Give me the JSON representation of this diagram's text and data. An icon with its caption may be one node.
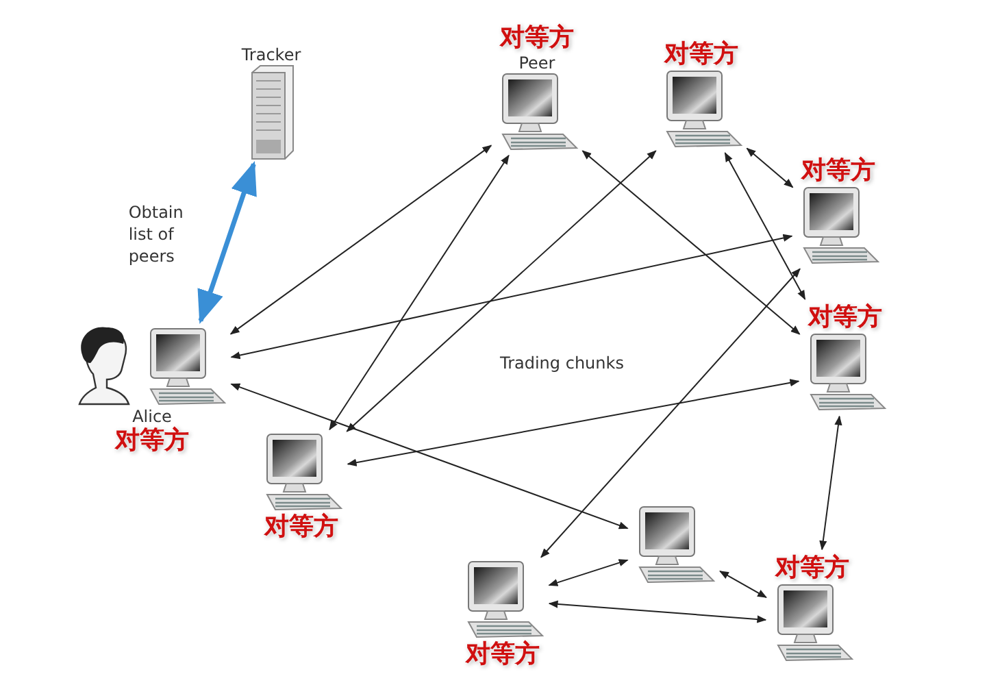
{
  "diagram": {
    "nodes": [
      {
        "text": [
          "Tracker"
        ]
      },
      {
        "text": [
          "Alice",
          "对等方"
        ]
      },
      {
        "text": [
          "对等方",
          "Peer"
        ]
      },
      {
        "text": [
          "对等方"
        ]
      },
      {
        "text": [
          "对等方"
        ]
      },
      {
        "text": [
          "对等方"
        ]
      },
      {
        "text": [
          "对等方"
        ]
      },
      {
        "text": [],
        "shape": "computer"
      },
      {
        "text": [
          "对等方"
        ]
      },
      {
        "text": [
          "对等方"
        ]
      }
    ],
    "edges": [
      {
        "from": 0,
        "to": 1,
        "arrow": "both",
        "label": "Obtain list of peers",
        "style": "thick",
        "color": "#3a8fd6"
      },
      {
        "from": 1,
        "to": 2,
        "arrow": "both"
      },
      {
        "from": 1,
        "to": 4,
        "arrow": "both"
      },
      {
        "from": 1,
        "to": 7,
        "arrow": "both"
      },
      {
        "from": 6,
        "to": 2,
        "arrow": "both"
      },
      {
        "from": 6,
        "to": 3,
        "arrow": "both"
      },
      {
        "from": 2,
        "to": 5,
        "arrow": "both"
      },
      {
        "from": 3,
        "to": 4,
        "arrow": "both"
      },
      {
        "from": 3,
        "to": 5,
        "arrow": "both"
      },
      {
        "from": 6,
        "to": 5,
        "arrow": "both"
      },
      {
        "from": 8,
        "to": 4,
        "arrow": "both"
      },
      {
        "from": 5,
        "to": 9,
        "arrow": "both"
      },
      {
        "from": 7,
        "to": 8,
        "arrow": "both"
      },
      {
        "from": 7,
        "to": 9,
        "arrow": "both"
      },
      {
        "from": 8,
        "to": 9,
        "arrow": "both"
      }
    ],
    "labels": [
      "Trading chunks"
    ]
  }
}
